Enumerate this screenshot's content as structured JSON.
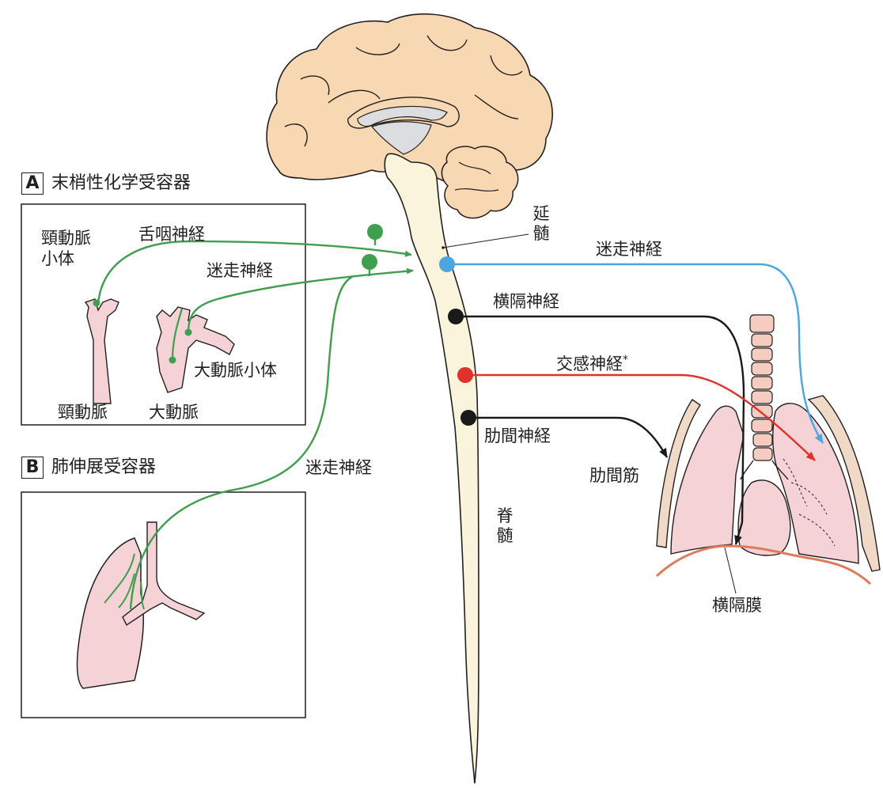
{
  "sections": {
    "a": {
      "letter": "A",
      "title": "末梢性化学受容器"
    },
    "b": {
      "letter": "B",
      "title": "肺伸展受容器"
    }
  },
  "labels": {
    "carotid_body": "頸動脈\n小体",
    "carotid_artery": "頸動脈",
    "aorta": "大動脈",
    "aortic_body": "大動脈小体",
    "glossopharyngeal": "舌咽神経",
    "vagus_a": "迷走神経",
    "vagus_b": "迷走神経",
    "medulla": "延髄",
    "vagus_out": "迷走神経",
    "phrenic": "横隔神経",
    "sympathetic": "交感神経",
    "sympathetic_mark": "*",
    "intercostal_nerve": "肋間神経",
    "intercostal_muscle": "肋間筋",
    "spinal_cord": "脊髄",
    "diaphragm": "横隔膜"
  },
  "colors": {
    "green": "#3f9f4f",
    "blue": "#4aa5e0",
    "red": "#e0322b",
    "black": "#1a1a1a",
    "brain": "#f7d8b3",
    "cord": "#fbf4dc",
    "lung": "#f5d2d5",
    "ventricle": "#dcdde0",
    "diaphragm": "#e07a5c"
  }
}
